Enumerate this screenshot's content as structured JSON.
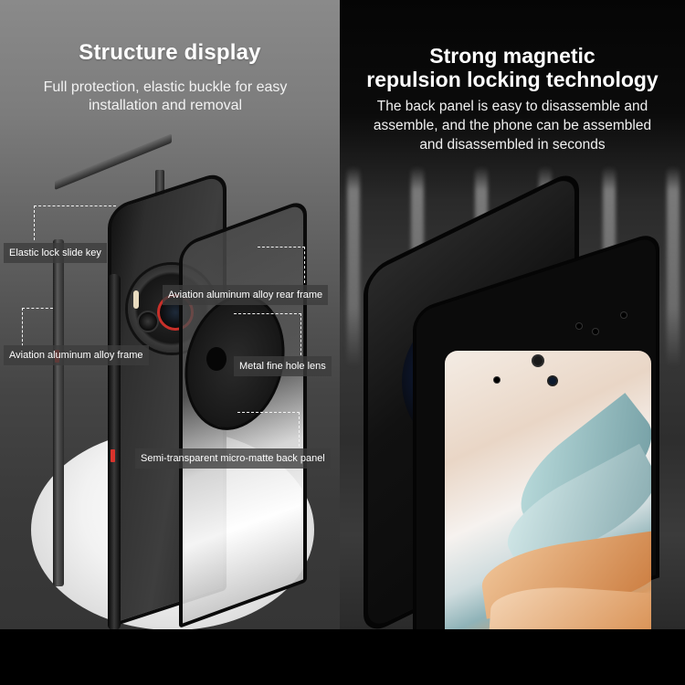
{
  "left_panel": {
    "title": "Structure display",
    "subtitle_line1": "Full protection, elastic buckle for easy",
    "subtitle_line2": "installation and removal",
    "callouts": [
      {
        "id": "elastic-lock-slide-key",
        "label": "Elastic lock slide key"
      },
      {
        "id": "aviation-aluminum-alloy-rear-frame",
        "label": "Aviation aluminum alloy rear frame"
      },
      {
        "id": "aviation-aluminum-alloy-frame",
        "label": "Aviation aluminum alloy frame"
      },
      {
        "id": "metal-fine-hole-lens",
        "label": "Metal fine hole lens"
      },
      {
        "id": "semi-transparent-back-panel",
        "label": "Semi-transparent micro-matte back panel"
      }
    ],
    "colors": {
      "callout_bg": "#3c3c3c",
      "accent_red": "#d8332c",
      "lens_ring_red": "#c8302a"
    }
  },
  "right_panel": {
    "title_line1": "Strong magnetic",
    "title_line2": "repulsion locking technology",
    "subtitle_line1": "The back panel is easy to disassemble and",
    "subtitle_line2": "assemble, and the phone can be assembled",
    "subtitle_line3": "and disassembled in seconds",
    "colors": {
      "lightning": "#3fa8ff",
      "background": "#0b0b0b"
    }
  }
}
